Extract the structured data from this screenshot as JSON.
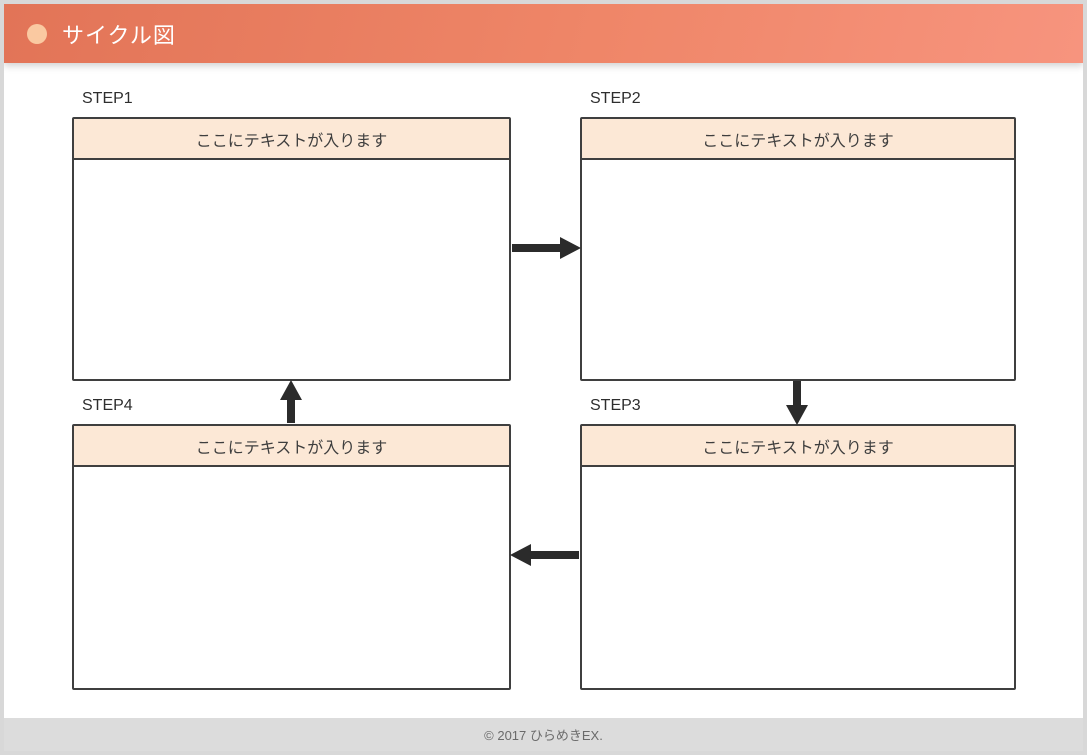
{
  "header": {
    "title": "サイクル図",
    "bullet_icon": "circle-bullet",
    "bg_gradient_start": "#e27457",
    "bg_gradient_end": "#f7947e",
    "bullet_color": "#fac9a1",
    "title_color": "#ffffff"
  },
  "diagram": {
    "type": "cycle",
    "steps": [
      {
        "label": "STEP1",
        "header_text": "ここにテキストが入ります",
        "body_text": ""
      },
      {
        "label": "STEP2",
        "header_text": "ここにテキストが入ります",
        "body_text": ""
      },
      {
        "label": "STEP3",
        "header_text": "ここにテキストが入ります",
        "body_text": ""
      },
      {
        "label": "STEP4",
        "header_text": "ここにテキストが入ります",
        "body_text": ""
      }
    ],
    "arrows": [
      {
        "from": "STEP1",
        "to": "STEP2",
        "direction": "right"
      },
      {
        "from": "STEP2",
        "to": "STEP3",
        "direction": "down"
      },
      {
        "from": "STEP3",
        "to": "STEP4",
        "direction": "left"
      },
      {
        "from": "STEP4",
        "to": "STEP1",
        "direction": "up"
      }
    ],
    "box_header_bg": "#fce8d6",
    "box_border_color": "#3f3f3f",
    "arrow_color": "#2b2b2b"
  },
  "footer": {
    "copyright": "© 2017 ひらめきEX.",
    "bg_color": "#dcdcdc"
  }
}
